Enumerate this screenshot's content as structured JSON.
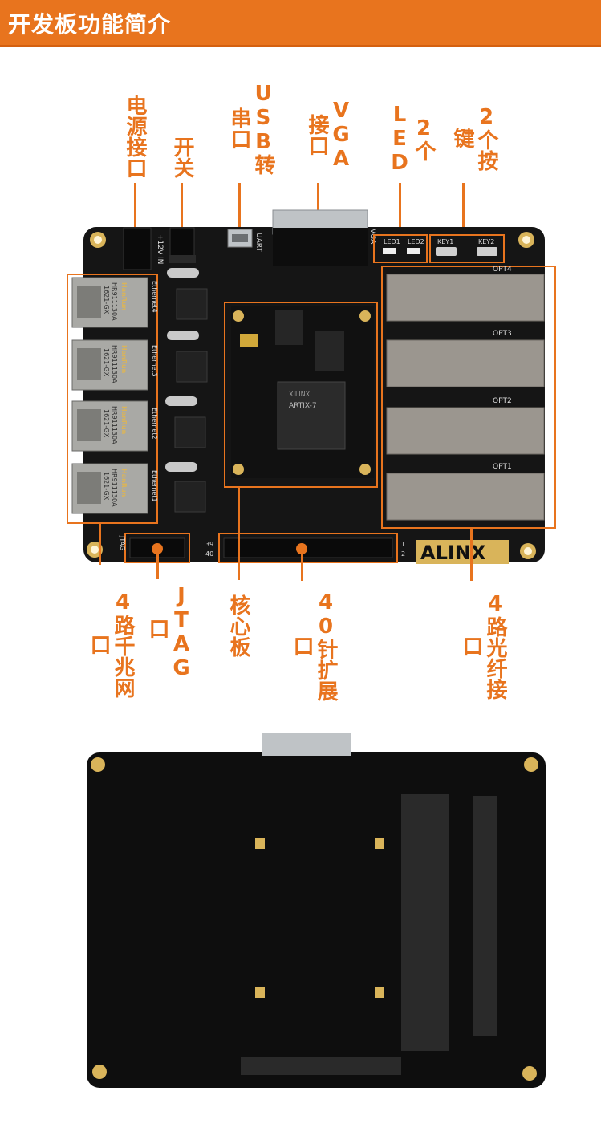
{
  "header": {
    "title": "开发板功能简介"
  },
  "top_labels": {
    "power": "电源接口",
    "switch": "开关",
    "usb_uart": "USB转串口",
    "vga": "VGA接口",
    "led": "2个LED",
    "key": "2个按键"
  },
  "bottom_labels": {
    "ethernet": "4路千兆网口",
    "jtag": "JTAG口",
    "core": "核心板",
    "expansion": "40针扩展口",
    "optical": "4路光纤接口"
  },
  "board_text": {
    "brand": "ALINX",
    "power_silk": "+12V IN",
    "uart_silk": "UART",
    "vga_silk": "VGA",
    "led1": "LED1",
    "led2": "LED2",
    "key1": "KEY1",
    "key2": "KEY2",
    "opt4": "OPT4",
    "opt3": "OPT3",
    "opt2": "OPT2",
    "opt1": "OPT1",
    "eth4": "Ethernet4",
    "eth3": "Ethernet3",
    "eth2": "Ethernet2",
    "eth1": "Ethernet1",
    "jack_brand": "HanRun",
    "jack_model": "HR911130A",
    "jack_sub": "1621-GX",
    "jtag_silk": "JTAG",
    "pin39": "39",
    "pin40": "40",
    "pin1": "1",
    "pin2": "2",
    "fpga_brand": "XILINX",
    "fpga_name": "ARTIX-7"
  },
  "colors": {
    "accent": "#e8741e",
    "pcb": "#151515",
    "gold": "#d9b45a"
  }
}
